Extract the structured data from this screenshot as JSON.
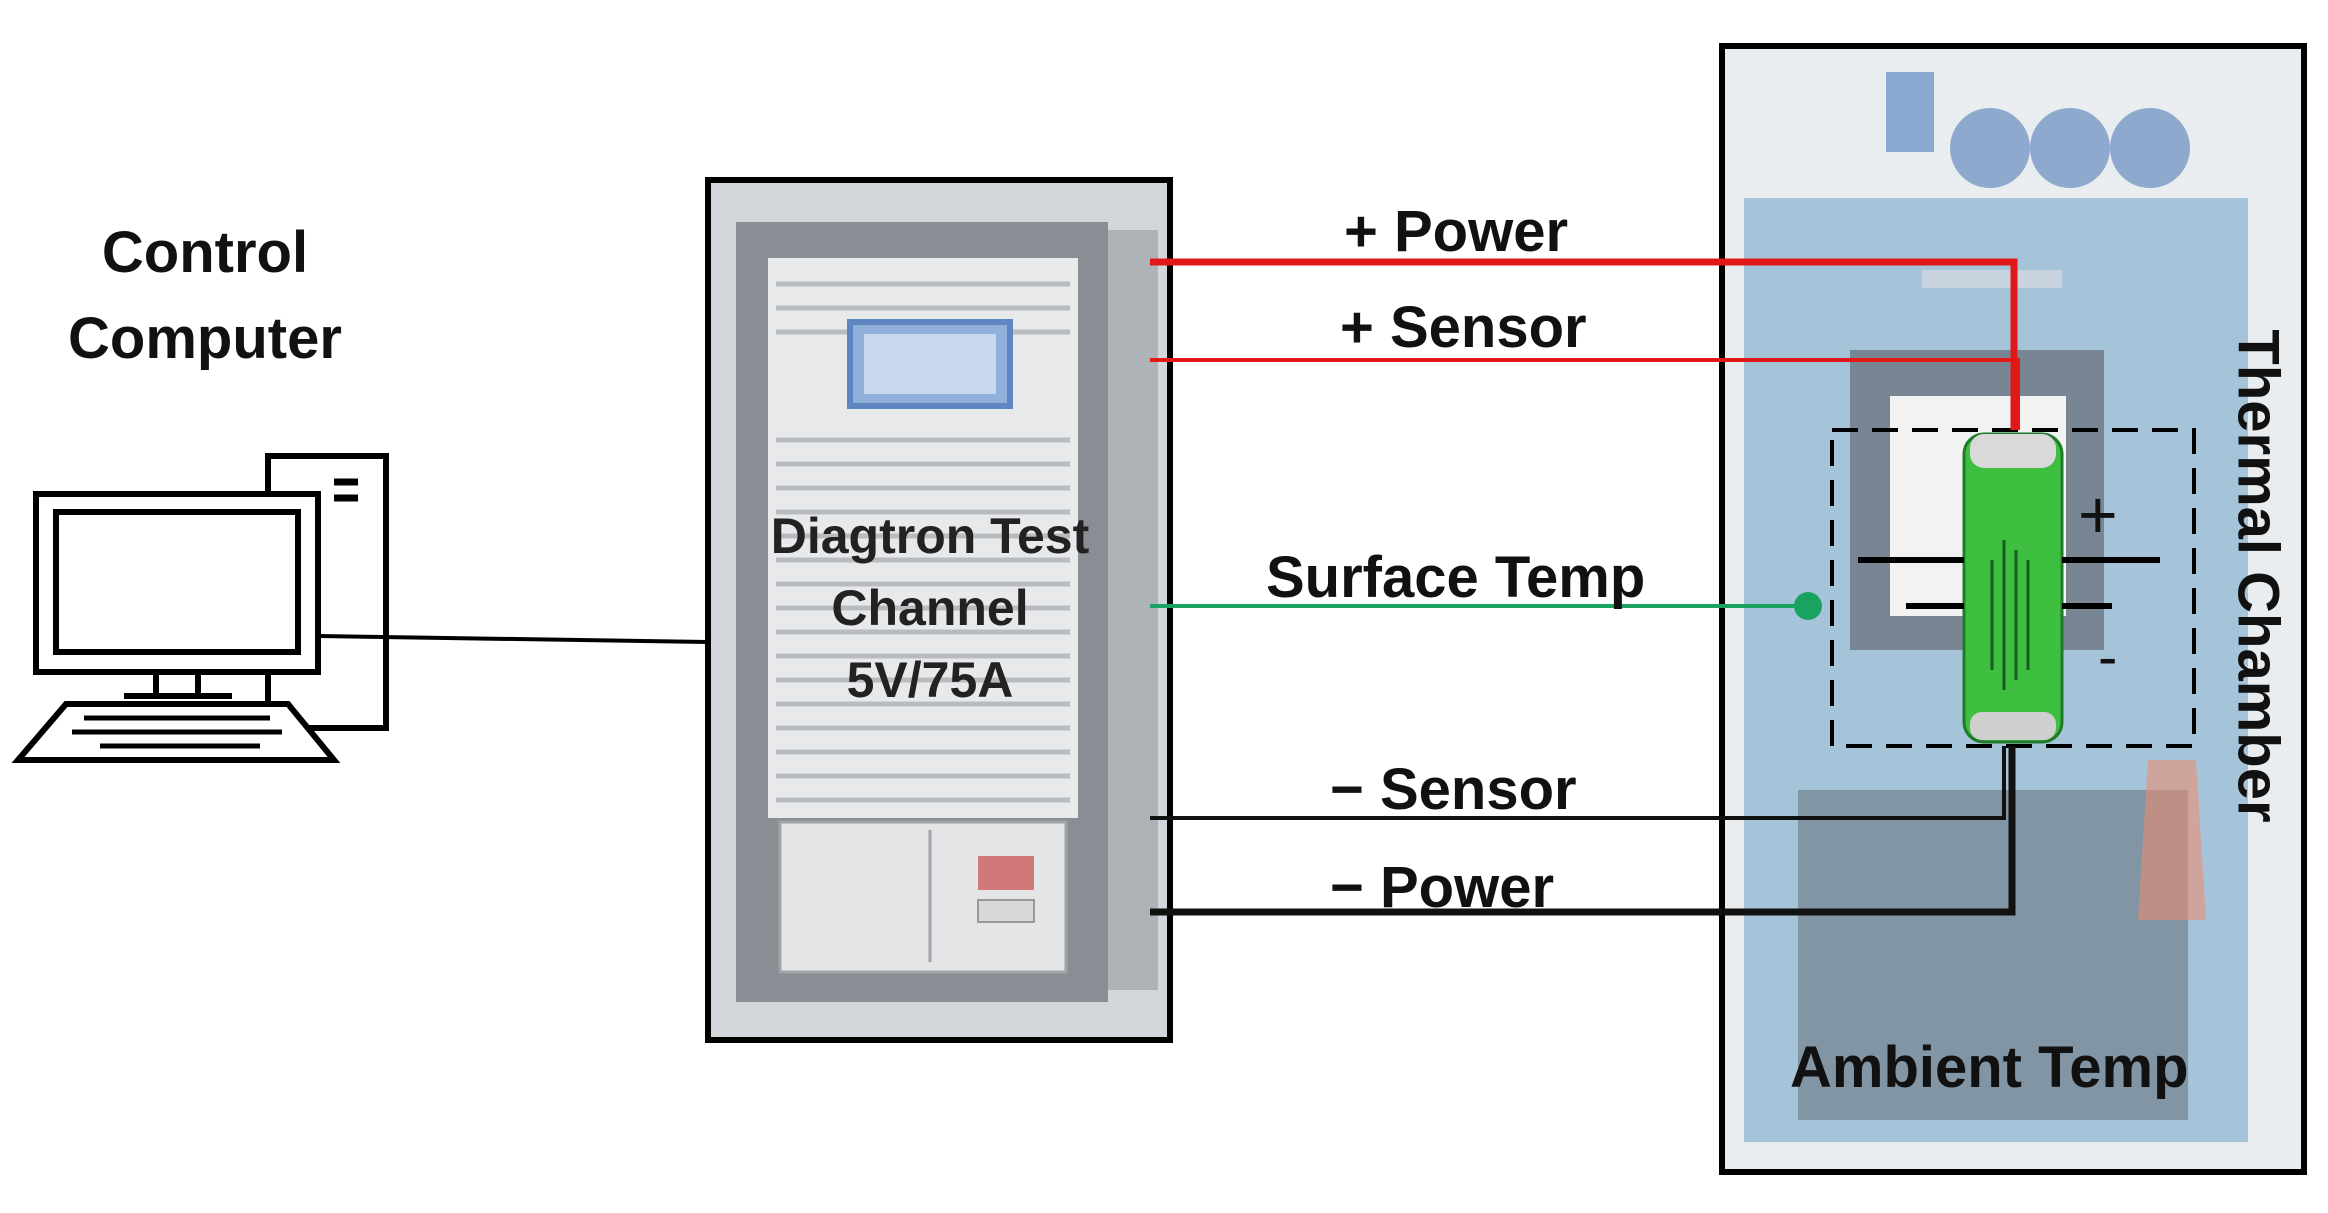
{
  "computer": {
    "label_line1": "Control",
    "label_line2": "Computer",
    "icon": "desktop-computer-icon"
  },
  "test_channel": {
    "line1": "Diagtron Test",
    "line2": "Channel",
    "line3": "5V/75A"
  },
  "connections": {
    "plus_power": "+ Power",
    "plus_sensor": "+ Sensor",
    "surface_temp": "Surface Temp",
    "minus_sensor": "− Sensor",
    "minus_power": "− Power"
  },
  "chamber": {
    "side_label": "Thermal Chamber",
    "ambient_label": "Ambient Temp",
    "plus_symbol": "+",
    "minus_symbol": "-"
  },
  "colors": {
    "power_wire": "#e01818",
    "sensor_wire": "#e01818",
    "temp_wire": "#1aa360",
    "negative_wire": "#111111",
    "battery_green": "#3fbf3f"
  }
}
